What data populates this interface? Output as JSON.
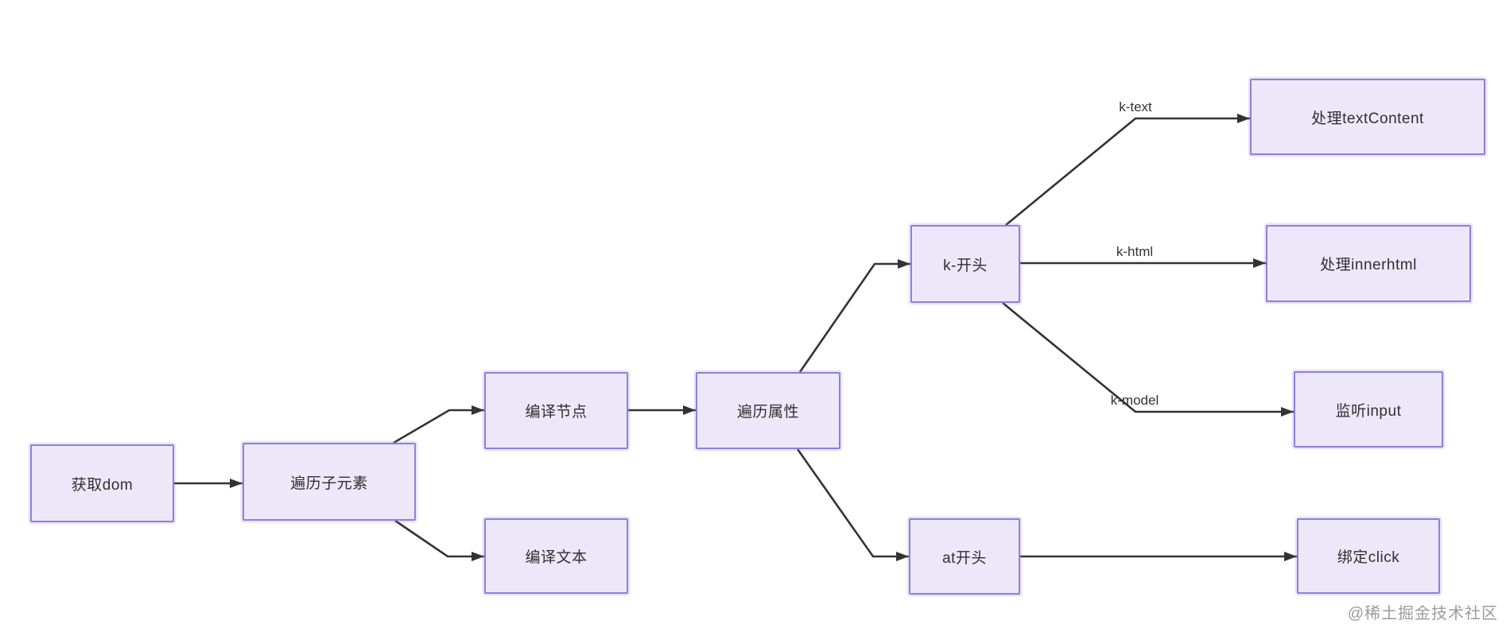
{
  "diagram": {
    "type": "flowchart",
    "nodes": [
      {
        "id": "get-dom",
        "label": "获取dom"
      },
      {
        "id": "traverse-children",
        "label": "遍历子元素"
      },
      {
        "id": "compile-node",
        "label": "编译节点"
      },
      {
        "id": "compile-text",
        "label": "编译文本"
      },
      {
        "id": "traverse-attributes",
        "label": "遍历属性"
      },
      {
        "id": "k-prefix",
        "label": "k-开头"
      },
      {
        "id": "at-prefix",
        "label": "at开头"
      },
      {
        "id": "handle-textcontent",
        "label": "处理textContent"
      },
      {
        "id": "handle-innerhtml",
        "label": "处理innerhtml"
      },
      {
        "id": "listen-input",
        "label": "监听input"
      },
      {
        "id": "bind-click",
        "label": "绑定click"
      }
    ],
    "edges": [
      {
        "from": "获取dom",
        "to": "遍历子元素",
        "label": ""
      },
      {
        "from": "遍历子元素",
        "to": "编译节点",
        "label": ""
      },
      {
        "from": "遍历子元素",
        "to": "编译文本",
        "label": ""
      },
      {
        "from": "编译节点",
        "to": "遍历属性",
        "label": ""
      },
      {
        "from": "遍历属性",
        "to": "k-开头",
        "label": ""
      },
      {
        "from": "遍历属性",
        "to": "at开头",
        "label": ""
      },
      {
        "from": "k-开头",
        "to": "处理textContent",
        "label": "k-text"
      },
      {
        "from": "k-开头",
        "to": "处理innerhtml",
        "label": "k-html"
      },
      {
        "from": "k-开头",
        "to": "监听input",
        "label": "k-model"
      },
      {
        "from": "at开头",
        "to": "绑定click",
        "label": ""
      }
    ]
  },
  "watermark": {
    "text": "@稀土掘金技术社区"
  },
  "colors": {
    "background": "#FFFFFF",
    "node_fill": "#ECE8FA",
    "node_border": "#8F7FDB",
    "node_text": "#2F2F2F",
    "edge_color": "#333333",
    "watermark_color": "#9B9B9B"
  }
}
